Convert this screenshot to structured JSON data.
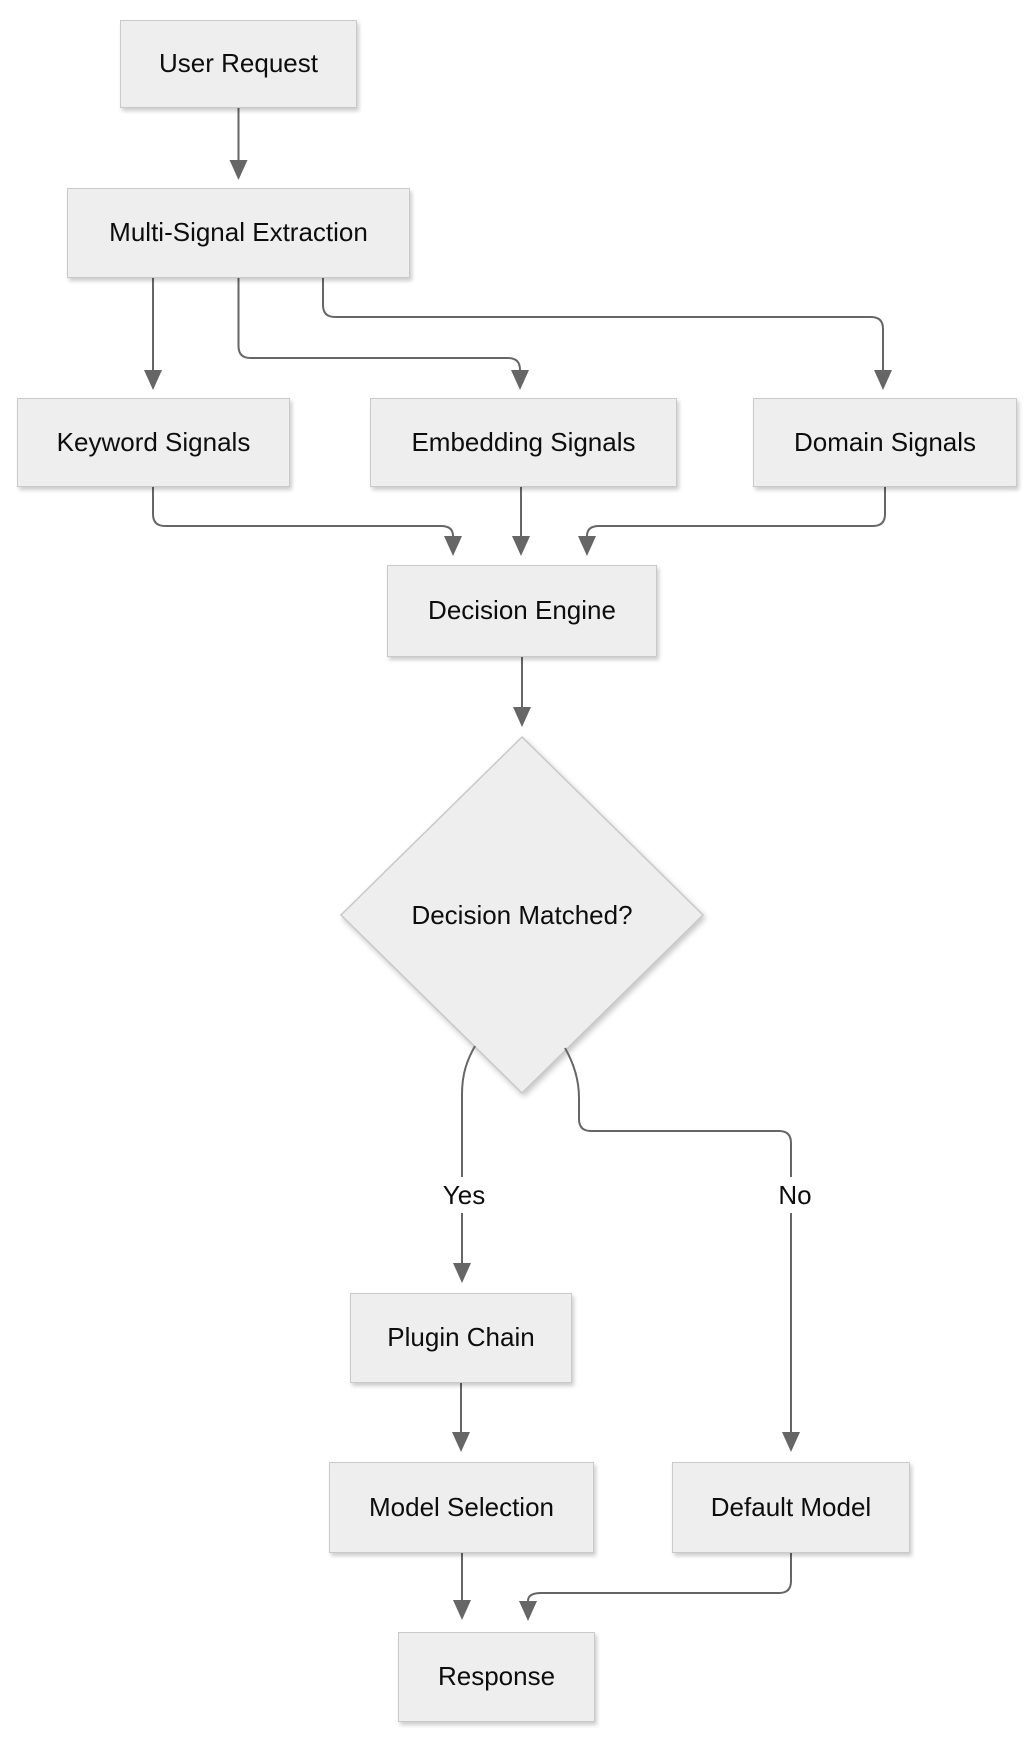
{
  "colors": {
    "node_fill": "#eeeeee",
    "node_border": "#c9c9c9",
    "edge": "#666666",
    "text": "#0d0d0d",
    "background": "#ffffff"
  },
  "diagram": {
    "type": "flowchart",
    "direction": "top-down",
    "nodes": [
      {
        "id": "user_request",
        "label": "User Request",
        "shape": "rect"
      },
      {
        "id": "multi_signal_extraction",
        "label": "Multi-Signal Extraction",
        "shape": "rect"
      },
      {
        "id": "keyword_signals",
        "label": "Keyword Signals",
        "shape": "rect"
      },
      {
        "id": "embedding_signals",
        "label": "Embedding Signals",
        "shape": "rect"
      },
      {
        "id": "domain_signals",
        "label": "Domain Signals",
        "shape": "rect"
      },
      {
        "id": "decision_engine",
        "label": "Decision Engine",
        "shape": "rect"
      },
      {
        "id": "decision_matched",
        "label": "Decision Matched?",
        "shape": "diamond"
      },
      {
        "id": "plugin_chain",
        "label": "Plugin Chain",
        "shape": "rect"
      },
      {
        "id": "model_selection",
        "label": "Model Selection",
        "shape": "rect"
      },
      {
        "id": "default_model",
        "label": "Default Model",
        "shape": "rect"
      },
      {
        "id": "response",
        "label": "Response",
        "shape": "rect"
      }
    ],
    "edges": [
      {
        "from": "user_request",
        "to": "multi_signal_extraction",
        "label": ""
      },
      {
        "from": "multi_signal_extraction",
        "to": "keyword_signals",
        "label": ""
      },
      {
        "from": "multi_signal_extraction",
        "to": "embedding_signals",
        "label": ""
      },
      {
        "from": "multi_signal_extraction",
        "to": "domain_signals",
        "label": ""
      },
      {
        "from": "keyword_signals",
        "to": "decision_engine",
        "label": ""
      },
      {
        "from": "embedding_signals",
        "to": "decision_engine",
        "label": ""
      },
      {
        "from": "domain_signals",
        "to": "decision_engine",
        "label": ""
      },
      {
        "from": "decision_engine",
        "to": "decision_matched",
        "label": ""
      },
      {
        "from": "decision_matched",
        "to": "plugin_chain",
        "label": "Yes"
      },
      {
        "from": "decision_matched",
        "to": "default_model",
        "label": "No"
      },
      {
        "from": "plugin_chain",
        "to": "model_selection",
        "label": ""
      },
      {
        "from": "model_selection",
        "to": "response",
        "label": ""
      },
      {
        "from": "default_model",
        "to": "response",
        "label": ""
      }
    ]
  }
}
